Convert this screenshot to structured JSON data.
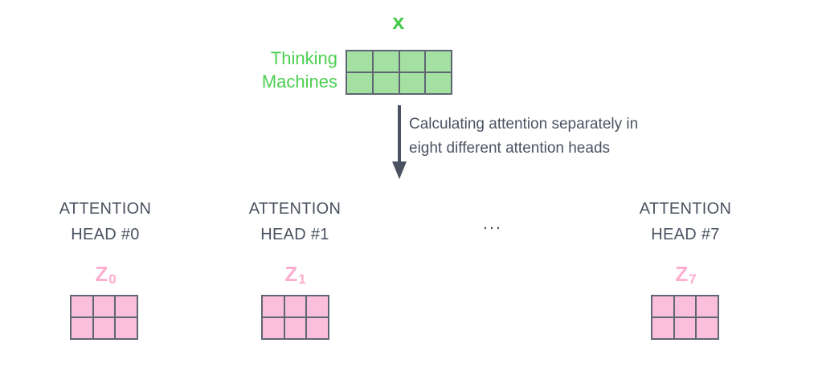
{
  "input": {
    "label": "x",
    "row_labels": [
      "Thinking",
      "Machines"
    ],
    "matrix": {
      "rows": 2,
      "cols": 4,
      "color": "#a5e0a3"
    }
  },
  "annotation": {
    "line1": "Calculating attention separately in",
    "line2": "eight different attention heads",
    "arrow_icon": "down-arrow-icon",
    "color": "#4a5261"
  },
  "heads": [
    {
      "title_line1": "ATTENTION",
      "title_line2": "HEAD #0",
      "output_label": "Z",
      "output_index": "0",
      "matrix": {
        "rows": 2,
        "cols": 3,
        "color": "#fcbfdb"
      }
    },
    {
      "title_line1": "ATTENTION",
      "title_line2": "HEAD #1",
      "output_label": "Z",
      "output_index": "1",
      "matrix": {
        "rows": 2,
        "cols": 3,
        "color": "#fcbfdb"
      }
    },
    {
      "title_line1": "ATTENTION",
      "title_line2": "HEAD #7",
      "output_label": "Z",
      "output_index": "7",
      "matrix": {
        "rows": 2,
        "cols": 3,
        "color": "#fcbfdb"
      }
    }
  ],
  "ellipsis": "...",
  "colors": {
    "green_fill": "#a5e0a3",
    "green_text": "#4ccf50",
    "pink_fill": "#fcbfdb",
    "pink_text": "#ffadd0",
    "grid_border": "#5f6673",
    "dark_text": "#4a5261",
    "background": "#ffffff"
  }
}
